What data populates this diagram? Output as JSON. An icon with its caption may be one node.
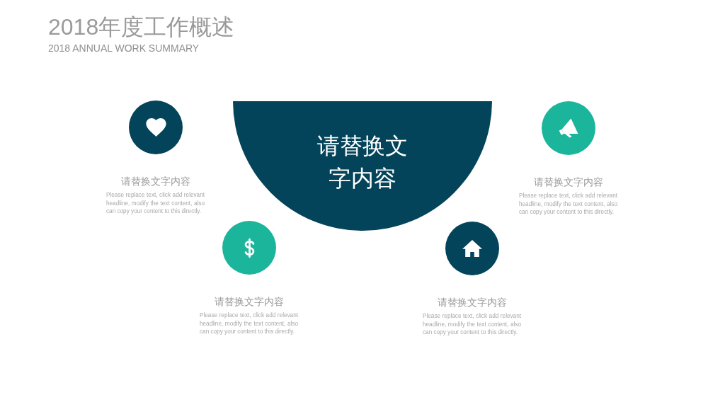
{
  "diagram": {
    "title": "2018年度工作概述",
    "nodes": [
      {
        "text": [],
        "shape": "circle",
        "beside": [
          "请替换文字内容",
          "Please replace text, click add relevant headline, modify the text content, also can copy your content to this directly."
        ]
      },
      {
        "text": [
          "请替换文字内容"
        ]
      },
      {
        "text": [],
        "shape": "circle",
        "beside": [
          "请替换文字内容",
          "Please replace text, click add relevant headline, modify the text content, also can copy your content to this directly."
        ]
      },
      {
        "text": [],
        "shape": "circle",
        "beside": [
          "请替换文字内容",
          "Please replace text, click add relevant headline, modify the text content, also can copy your content to this directly."
        ]
      },
      {
        "text": [],
        "shape": "circle",
        "beside": [
          "请替换文字内容",
          "Please replace text, click add relevant headline, modify the text content, also can copy your content to this directly."
        ]
      }
    ],
    "labels": [
      "2018 ANNUAL WORK SUMMARY"
    ]
  }
}
